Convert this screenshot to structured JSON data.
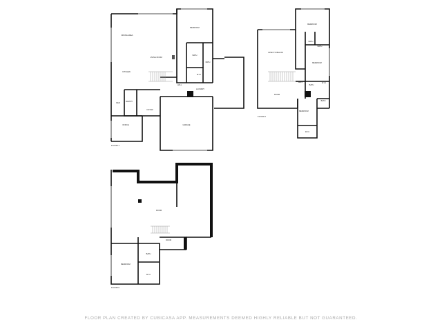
{
  "floors": [
    {
      "name": "FLOOR 1",
      "rooms": [
        "DINING AREA",
        "LIVING ROOM",
        "BEDROOM",
        "KITCHEN",
        "BATH",
        "BATH",
        "W.I.C",
        "HALL",
        "PANTRY",
        "LAUNDRY",
        "DEN",
        "FOYER",
        "OFFICE",
        "GARAGE"
      ]
    },
    {
      "name": "FLOOR 2",
      "rooms": [
        "BEDROOM",
        "OPEN TO BELOW",
        "BATH",
        "BATH",
        "BEDROOM",
        "ROOM",
        "HALL",
        "BATH",
        "W.I.C",
        "BEDROOM",
        "BATH",
        "W.I.C"
      ]
    },
    {
      "name": "FLOOR 0",
      "rooms": [
        "ROOM",
        "ROOM",
        "BATH",
        "BEDROOM",
        "W.I.C"
      ]
    }
  ],
  "footer": "FLOOR PLAN CREATED BY CUBICASA APP. MEASUREMENTS DEEMED HIGHLY RELIABLE BUT NOT GUARANTEED."
}
